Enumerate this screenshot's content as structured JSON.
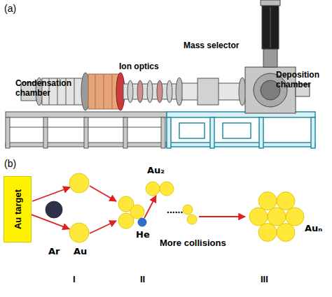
{
  "diagram": {
    "nodes": [
      {
        "text": [
          "Au target"
        ]
      },
      {
        "text": [
          "Ar"
        ]
      },
      {
        "text": [
          "Au"
        ]
      },
      {
        "text": [
          "He"
        ]
      },
      {
        "text": [
          "Au₂"
        ]
      },
      {
        "text": [
          "Auₙ"
        ]
      }
    ],
    "edges": [
      {
        "from": 0,
        "to": 2,
        "arrow": "to"
      },
      {
        "from": 3,
        "to": 4,
        "arrow": "to"
      }
    ],
    "labels": [
      "(a)",
      "Condensation chamber",
      "Ion optics",
      "Mass selector",
      "Deposition chamber",
      "(b)",
      "......",
      "More collisions",
      "I",
      "II",
      "III"
    ]
  }
}
